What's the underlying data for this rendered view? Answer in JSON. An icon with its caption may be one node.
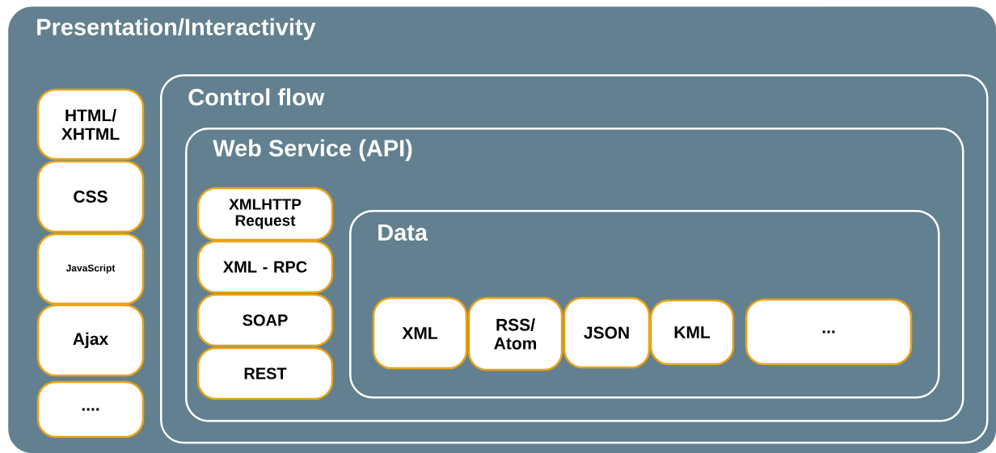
{
  "diagram": {
    "nodes": [
      {
        "text": [
          "Presentation/Interactivity"
        ]
      },
      {
        "text": [
          "HTML/ XHTML"
        ],
        "in": 0
      },
      {
        "text": [
          "CSS"
        ],
        "in": 0
      },
      {
        "text": [
          "JavaScript"
        ],
        "in": 0
      },
      {
        "text": [
          "Ajax"
        ],
        "in": 0
      },
      {
        "text": [
          "...."
        ],
        "in": 0
      },
      {
        "text": [
          "Control flow"
        ],
        "in": 0
      },
      {
        "text": [
          "Web Service (API)"
        ],
        "in": 6
      },
      {
        "text": [
          "XMLHTTP Request"
        ],
        "in": 7
      },
      {
        "text": [
          "XML - RPC"
        ],
        "in": 7
      },
      {
        "text": [
          "SOAP"
        ],
        "in": 7
      },
      {
        "text": [
          "REST"
        ],
        "in": 7
      },
      {
        "text": [
          "Data"
        ],
        "in": 7
      },
      {
        "text": [
          "XML"
        ],
        "in": 12
      },
      {
        "text": [
          "RSS/ Atom"
        ],
        "in": 12
      },
      {
        "text": [
          "JSON"
        ],
        "in": 12
      },
      {
        "text": [
          "KML"
        ],
        "in": 12
      },
      {
        "text": [
          "..."
        ],
        "in": 12
      }
    ]
  }
}
